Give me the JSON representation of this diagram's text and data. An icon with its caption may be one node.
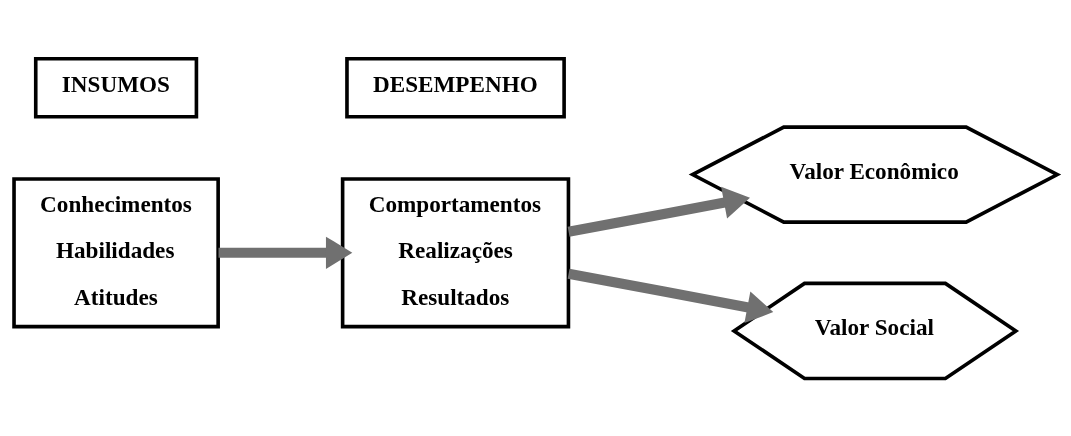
{
  "diagram": {
    "nodes": [
      {
        "text": [
          "INSUMOS"
        ]
      },
      {
        "text": [
          "DESEMPENHO"
        ]
      },
      {
        "text": [
          "Conhecimentos",
          "Habilidades",
          "Atitudes"
        ]
      },
      {
        "text": [
          "Comportamentos",
          "Realizações",
          "Resultados"
        ]
      },
      {
        "text": [
          "Valor Econômico"
        ]
      },
      {
        "text": [
          "Valor Social"
        ]
      }
    ],
    "edges": [
      {
        "from": 2,
        "to": 3,
        "arrow": "to"
      },
      {
        "from": 3,
        "to": 4,
        "arrow": "to"
      },
      {
        "from": 3,
        "to": 5,
        "arrow": "to"
      }
    ]
  }
}
